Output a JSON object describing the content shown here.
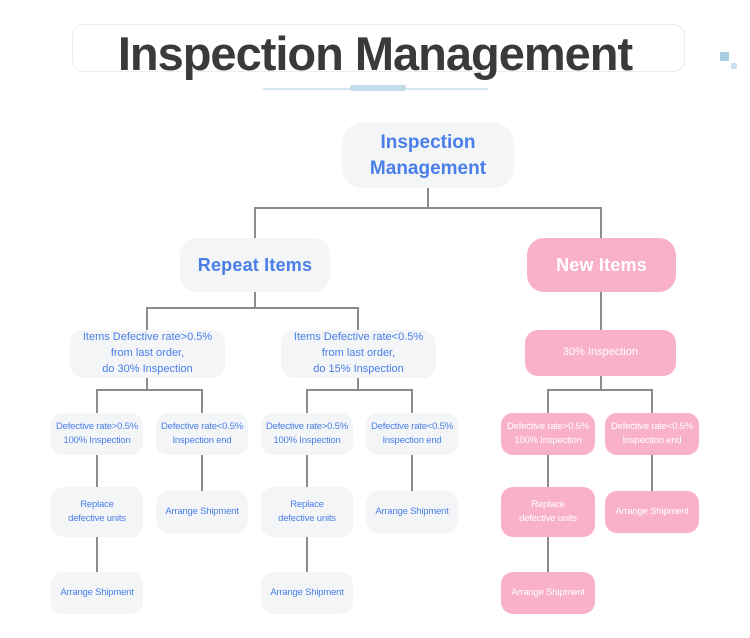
{
  "title": "Inspection Management",
  "icons": {
    "title_decoration": "two-blue-squares-icon"
  },
  "colors": {
    "accent_blue": "#4a7ee8",
    "pink": "#f9b1ca",
    "gray_box": "#f3f5f7",
    "connector": "#8c8c8c",
    "title_text": "#3a3a3a"
  },
  "nodes": {
    "root": "Inspection\nManagement",
    "repeat_items": "Repeat Items",
    "new_items": "New Items",
    "repeat_gt": "Items Defective rate>0.5%\nfrom last order,\ndo 30% Inspection",
    "repeat_lt": "Items Defective rate<0.5%\nfrom last order,\ndo 15% Inspection",
    "new_30": "30% Inspection",
    "r1_gt": "Defective rate>0.5%\n100% Inspection",
    "r1_lt": "Defective rate<0.5%\nInspection end",
    "r2_gt": "Defective rate>0.5%\n100% Inspection",
    "r2_lt": "Defective rate<0.5%\nInspection end",
    "n_gt": "Defective rate>0.5%\n100% Inspection",
    "n_lt": "Defective rate<0.5%\nInspection end",
    "r1_replace": "Replace\ndefective units",
    "r1_ship": "Arrange Shipment",
    "r2_replace": "Replace\ndefective units",
    "r2_ship": "Arrange Shipment",
    "n_replace": "Replace\ndefective units",
    "n_ship": "Arrange Shipment",
    "r1_ship_final": "Arrange Shipment",
    "r2_ship_final": "Arrange Shipment",
    "n_ship_final": "Arrange Shipment"
  }
}
